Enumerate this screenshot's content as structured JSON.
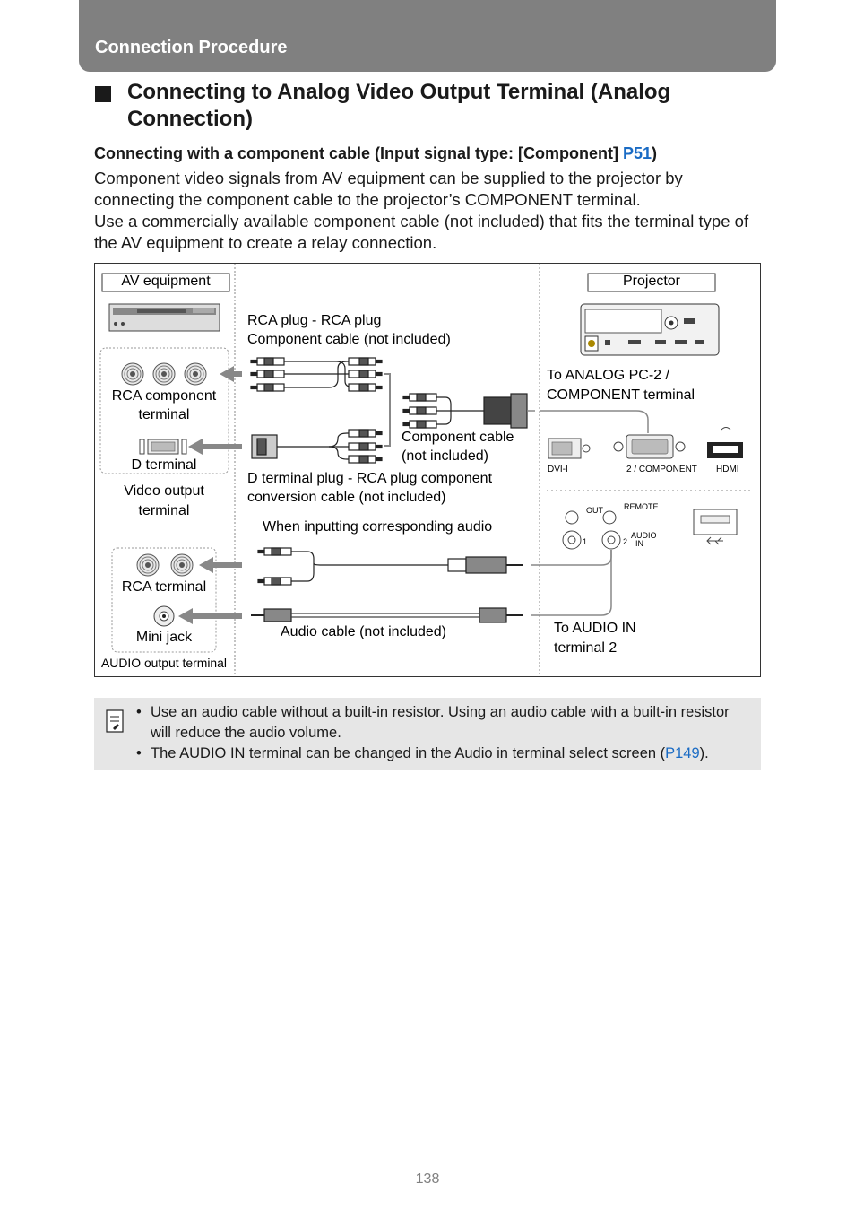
{
  "header": {
    "title": "Connection Procedure"
  },
  "section_title": "Connecting to Analog Video Output Terminal (Analog Connection)",
  "subheading": {
    "text": "Connecting with a component cable (Input signal type: [Component] ",
    "link": "P51",
    "close": ")"
  },
  "paragraphs": [
    "Component video signals from AV equipment can be supplied to the projector by connecting the component cable to the projector’s COMPONENT terminal.",
    "Use a commercially available component cable (not included) that fits the terminal type of the AV equipment to create a relay connection."
  ],
  "diagram": {
    "av_equipment_label": "AV equipment",
    "projector_label": "Projector",
    "rca_component_terminal": [
      "RCA component",
      "terminal"
    ],
    "d_terminal": "D terminal",
    "video_output_terminal": [
      "Video output",
      "terminal"
    ],
    "rca_terminal": "RCA terminal",
    "mini_jack": "Mini jack",
    "audio_output_terminal": "AUDIO output terminal",
    "rca_cable": [
      "RCA plug - RCA plug",
      "Component cable (not included)"
    ],
    "component_cable": [
      "Component cable",
      "(not included)"
    ],
    "d_cable": [
      "D terminal plug - RCA plug component",
      "conversion cable (not included)"
    ],
    "audio_heading": "When inputting corresponding audio",
    "audio_cable": "Audio cable (not included)",
    "to_analog": [
      "To ANALOG PC-2 /",
      "COMPONENT terminal"
    ],
    "to_audio": [
      "To AUDIO IN",
      "terminal 2"
    ],
    "port_labels": {
      "dvi": "DVI-I",
      "component": "2 / COMPONENT",
      "hdmi": "HDMI",
      "out": "OUT",
      "remote": "REMOTE",
      "audio_in": "AUDIO",
      "audio_in2": "IN",
      "one": "1",
      "two": "2"
    }
  },
  "notes": [
    "Use an audio cable without a built-in resistor. Using an audio cable with a built-in resistor will reduce the audio volume.",
    {
      "text": "The AUDIO IN terminal can be changed in the Audio in terminal select screen (",
      "link": "P149",
      "close": ")."
    }
  ],
  "page_number": "138"
}
